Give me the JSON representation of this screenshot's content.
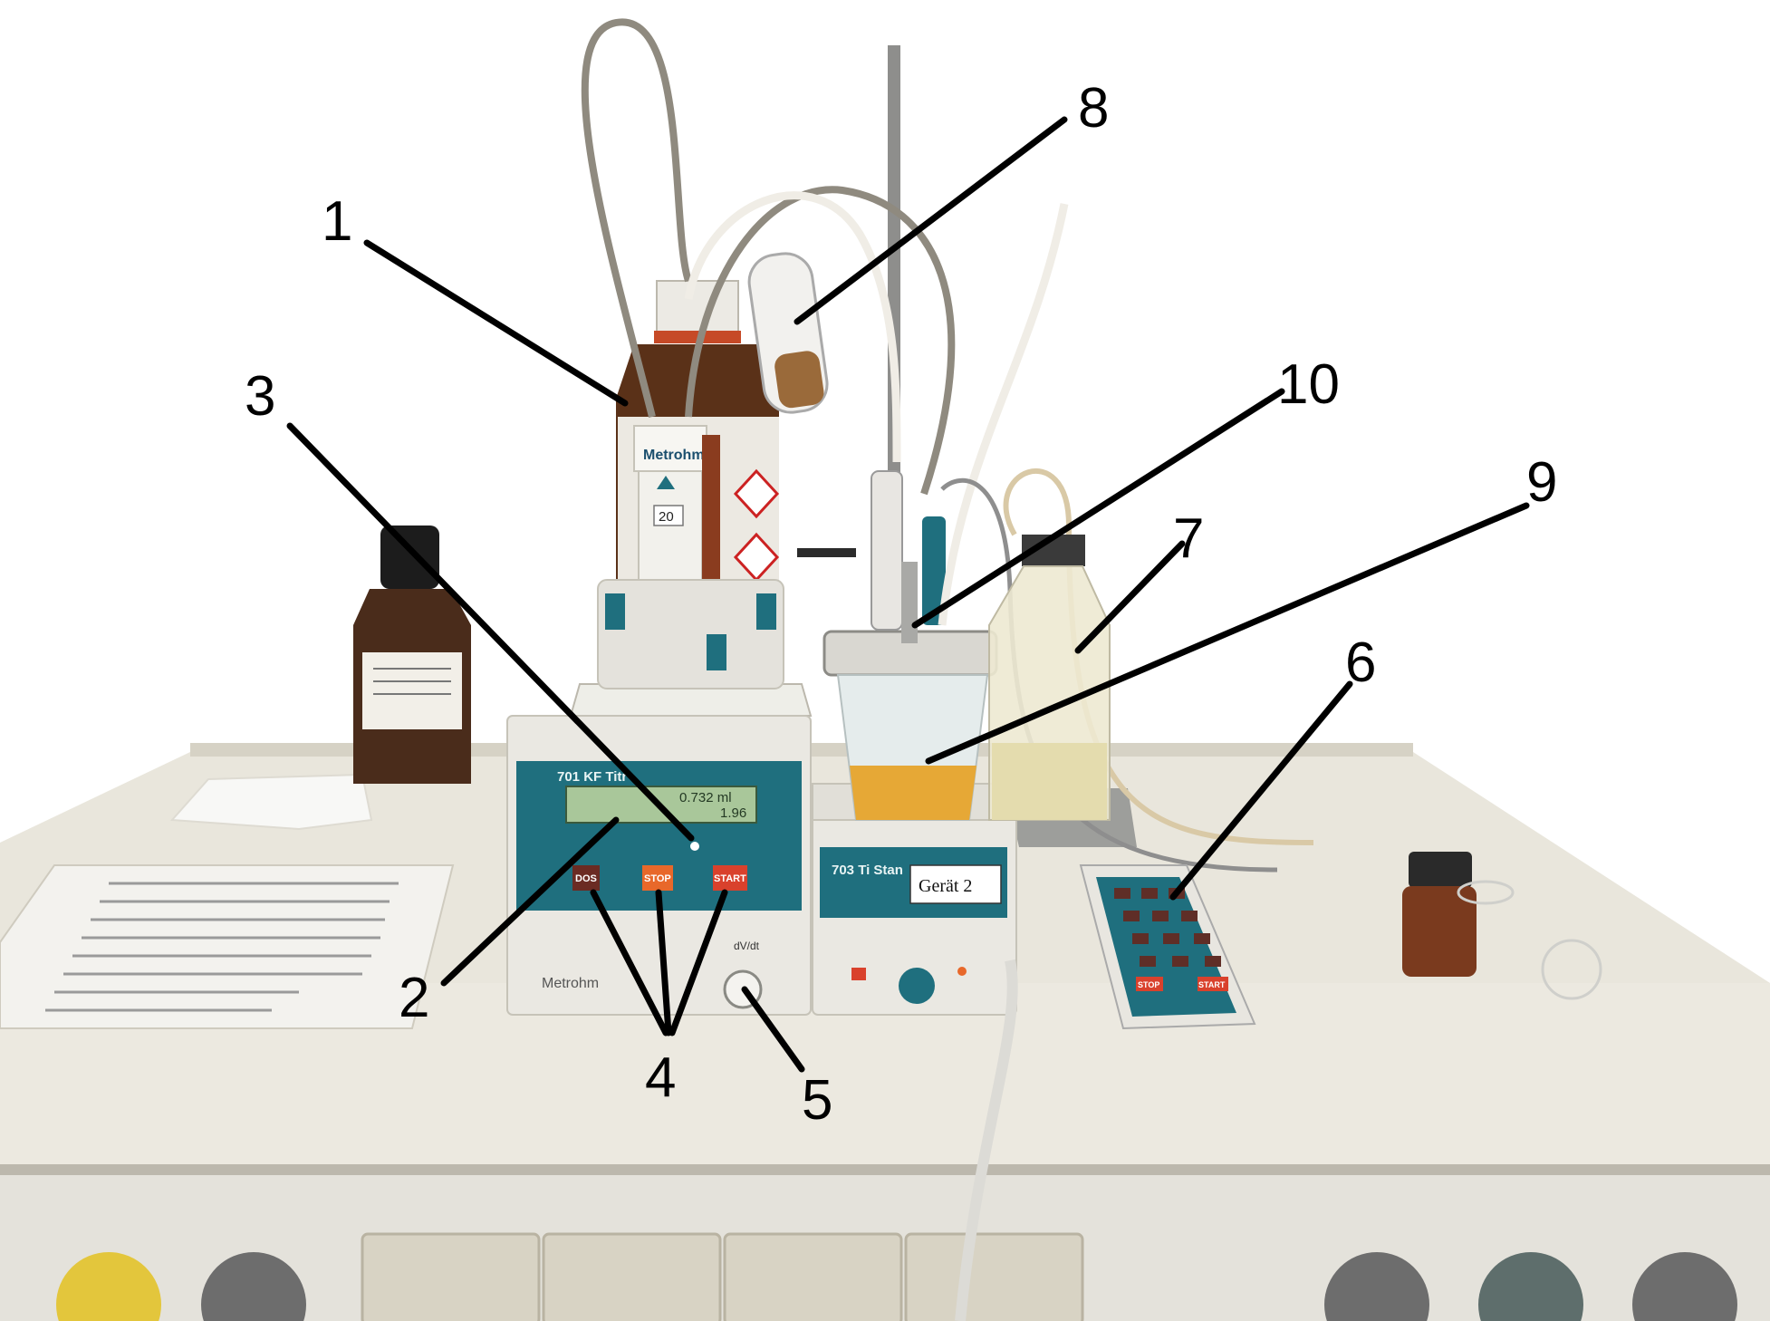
{
  "callouts": [
    "1",
    "2",
    "3",
    "4",
    "5",
    "6",
    "7",
    "8",
    "9",
    "10"
  ],
  "devices": {
    "titrator": {
      "model_label": "701 KF Titr",
      "display_line1": "0.732 ml",
      "display_line2": "1.96",
      "btn_dos": "DOS",
      "btn_stop": "STOP",
      "btn_start": "START",
      "brand": "Metrohm",
      "knob_label": "dV/dt"
    },
    "stirrer": {
      "model_label": "703 Ti Stan",
      "device_tag": "Gerät 2"
    },
    "burette": {
      "brand": "Metrohm",
      "volume": "20"
    },
    "keypad": {
      "btn_stop": "STOP",
      "btn_start": "START"
    }
  },
  "colors": {
    "titrator_teal": "#1f6f7e",
    "button_red": "#d9412c",
    "button_orange": "#e8682a",
    "button_dark": "#6b2b23",
    "amber_glass": "#5a3118",
    "benchtop": "#e9e6dc",
    "liquid": "#e6a836"
  }
}
